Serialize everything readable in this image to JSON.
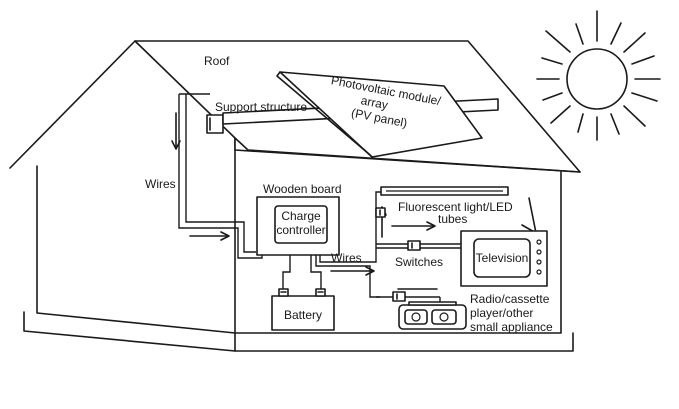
{
  "labels": {
    "roof": "Roof",
    "support_structure": "Support structure",
    "pv_module": [
      "Photovoltaic module/",
      "array",
      "(PV panel)"
    ],
    "wires_left": "Wires",
    "wooden_board": "Wooden board",
    "charge_controller": [
      "Charge",
      "controller"
    ],
    "wires_middle": "Wires",
    "battery": "Battery",
    "fluorescent": [
      "Fluorescent light/LED",
      "tubes"
    ],
    "switches": "Switches",
    "television": "Television",
    "radio": [
      "Radio/cassette",
      "player/other",
      "small appliance"
    ]
  }
}
